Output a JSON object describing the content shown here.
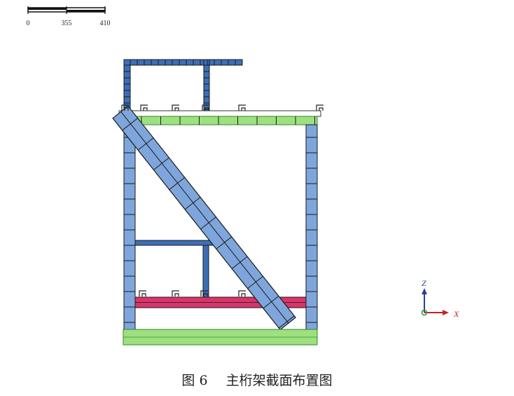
{
  "scale_bar": {
    "labels": [
      "0",
      "355",
      "410"
    ]
  },
  "axes": {
    "z_label": "Z",
    "x_label": "X",
    "x_color": "#c8202a",
    "z_color": "#2a3f9a",
    "origin_color": "#2e9a3a"
  },
  "colors": {
    "upper_frame": "#3d6fb8",
    "member_fill": "#7ea6dc",
    "member_stroke": "#1a1a1a",
    "top_chord": "#9ee07f",
    "bottom_chord": "#9ee07f",
    "chord_stroke": "#2f8a2f",
    "cross_beam": "#d8356a",
    "strut": "#3d6fb8"
  },
  "caption": {
    "figure_number": "图 6",
    "title": "主桁架截面布置图"
  }
}
